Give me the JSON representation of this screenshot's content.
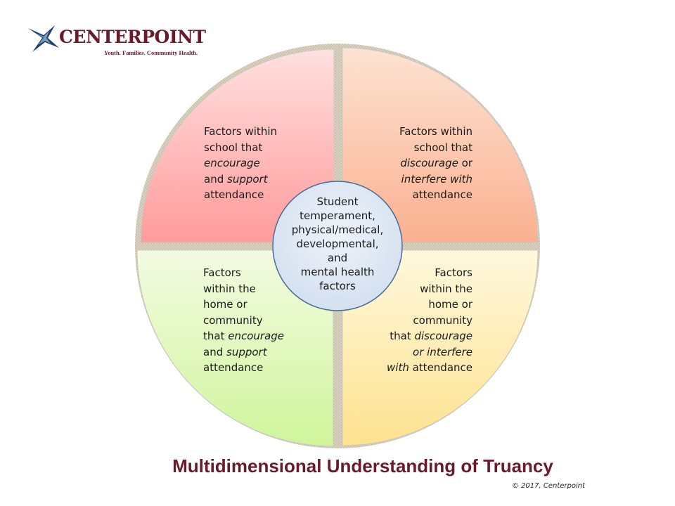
{
  "logo": {
    "name": "CENTERPOINT",
    "tagline": "Youth. Families. Community Health."
  },
  "quadrants": {
    "top_left": {
      "lines": [
        "Factors within",
        "school that",
        "<i>encourage</i>",
        "and <i>support</i>",
        "attendance"
      ]
    },
    "top_right": {
      "lines": [
        "Factors within",
        "school that",
        "<i>discourage</i> or",
        "<i>interfere with</i>",
        "attendance"
      ]
    },
    "bottom_left": {
      "lines": [
        "Factors",
        "within the",
        "home or",
        "community",
        "that <i>encourage</i>",
        "and <i>support</i>",
        "attendance"
      ]
    },
    "bottom_right": {
      "lines": [
        "Factors",
        "within the",
        "home or",
        "community",
        "that <i>discourage</i>",
        "<i>or interfere</i>",
        "<i>with</i> attendance"
      ]
    }
  },
  "center": {
    "lines": [
      "Student",
      "temperament,",
      "physical/medical,",
      "developmental,",
      "and",
      "mental health",
      "factors"
    ]
  },
  "colors": {
    "top_left": "#ff9f9f",
    "top_right": "#fbb79a",
    "bottom_left": "#d4f5a0",
    "bottom_right": "#fde796",
    "center": "#dbe5f1",
    "brand": "#6b1a2a"
  },
  "title": "Multidimensional Understanding of Truancy",
  "copyright": "© 2017, Centerpoint"
}
